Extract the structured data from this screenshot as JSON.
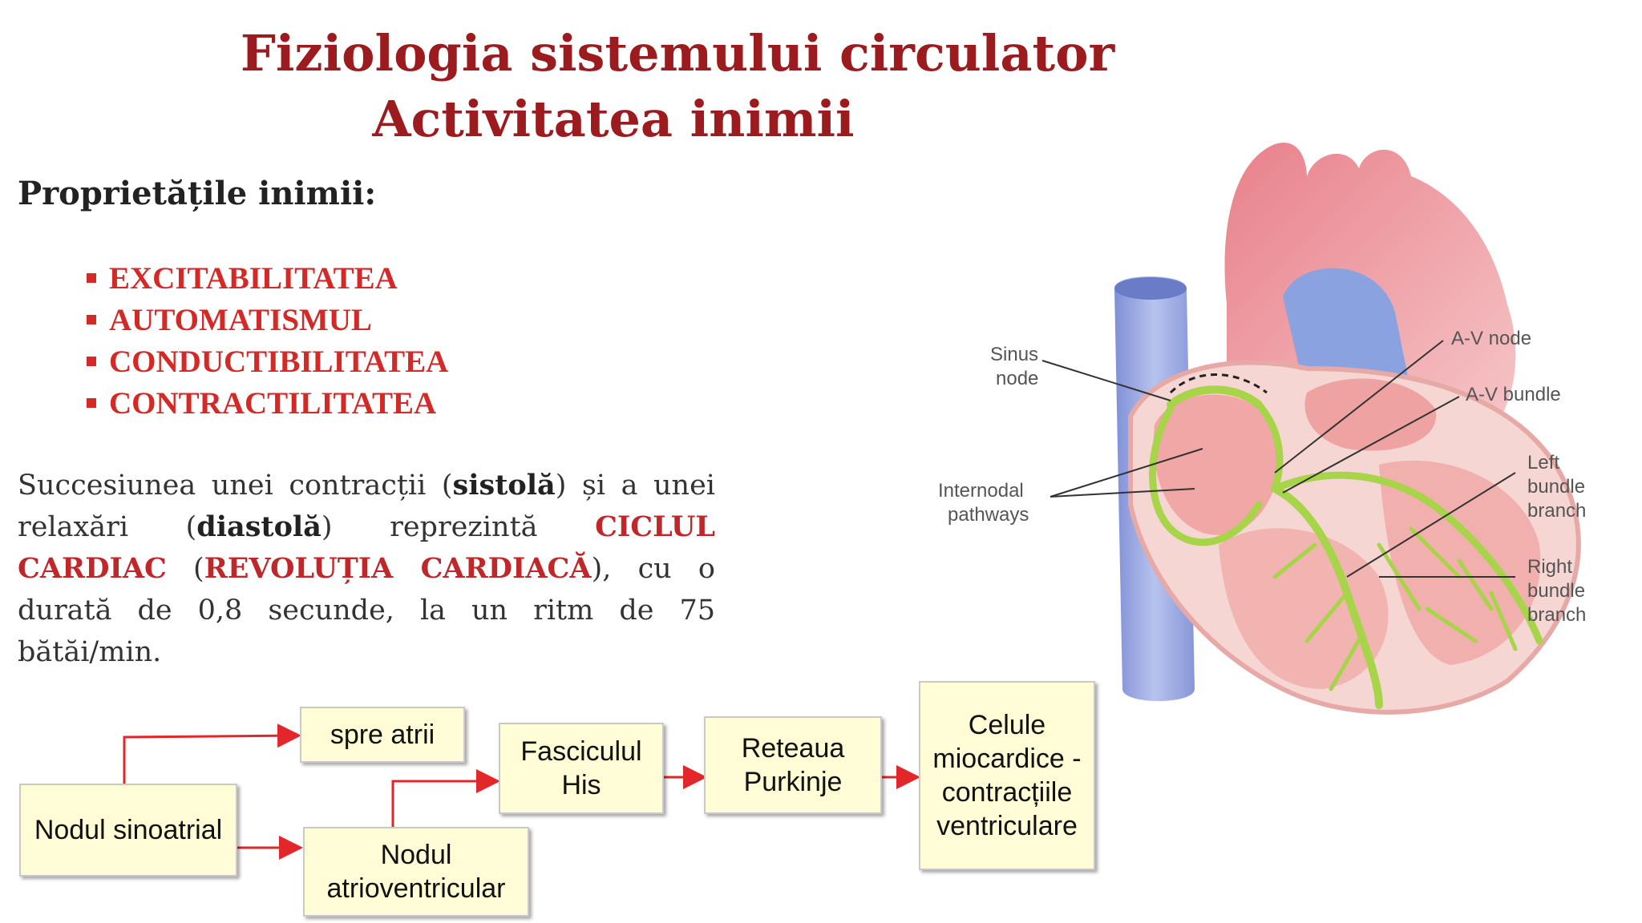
{
  "title": {
    "line1": "Fiziologia sistemului circulator",
    "line2": "Activitatea inimii"
  },
  "properties": {
    "heading": "Proprietățile inimii:",
    "items": [
      "EXCITABILITATEA",
      "AUTOMATISMUL",
      "CONDUCTIBILITATEA",
      "CONTRACTILITATEA"
    ]
  },
  "cycle": {
    "t1": "Succesiunea unei contracții (",
    "systole": "sistolă",
    "t2": ") și a unei relaxări (",
    "diastole": "diastolă",
    "t3": ") reprezintă ",
    "cycle_term": "CICLUL CARDIAC",
    "t4": " (",
    "revolution": "REVOLUȚIA CARDIACĂ",
    "t5": "), cu o durată de 0,8 secunde, la un ritm de 75 bătăi/min."
  },
  "flow": {
    "sinoatrial": "Nodul sinoatrial",
    "atria": "spre atrii",
    "atrioventricular": "Nodul atrioventricular",
    "his": "Fasciculul His",
    "purkinje": "Reteaua Purkinje",
    "myocardial": "Celule miocardice - contracțiile ventriculare",
    "arrow_color": "#e2262a"
  },
  "heart_labels": {
    "sinus": [
      "Sinus",
      "node"
    ],
    "internodal": [
      "Internodal",
      "pathways"
    ],
    "av_node": "A-V node",
    "av_bundle": "A-V bundle",
    "left_branch": [
      "Left",
      "bundle",
      "branch"
    ],
    "right_branch": [
      "Right",
      "bundle",
      "branch"
    ]
  }
}
